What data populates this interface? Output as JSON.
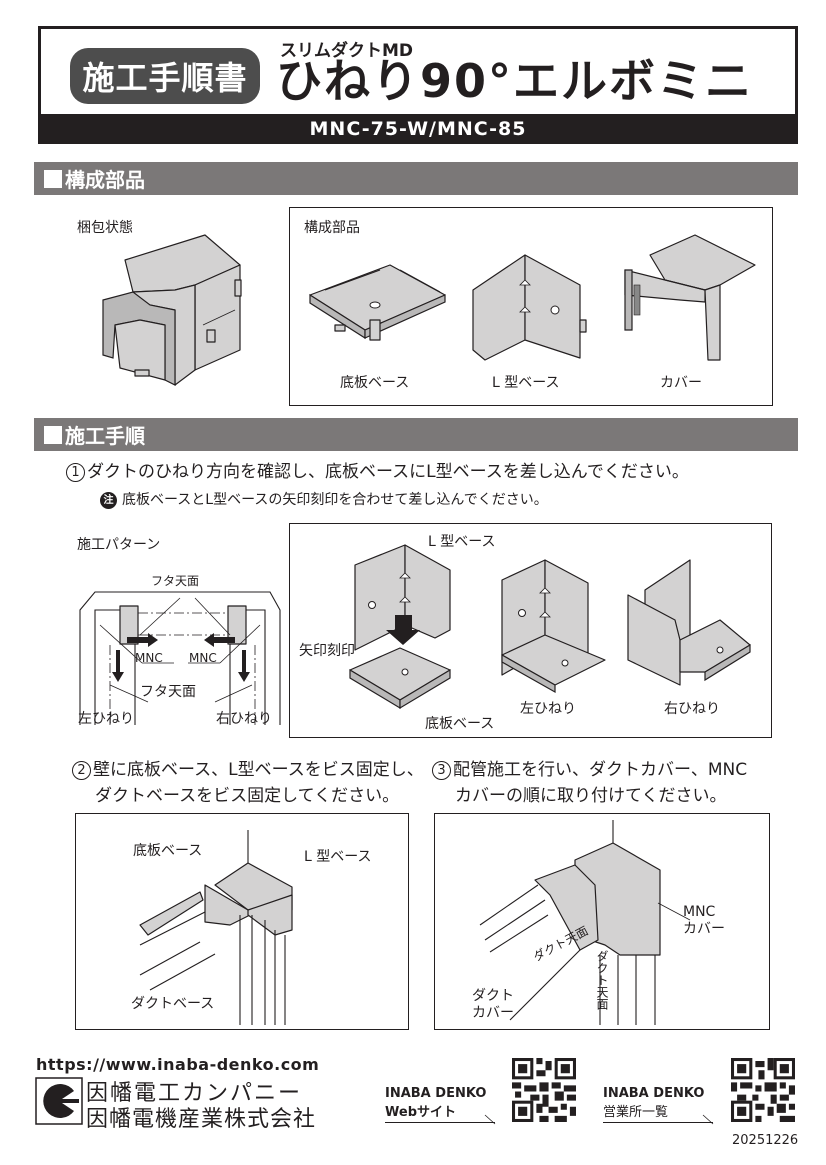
{
  "header": {
    "badge": "施工手順書",
    "series": "スリムダクトMD",
    "title": "ひねり90°エルボミニ",
    "models": "MNC-75-W/MNC-85"
  },
  "sections": {
    "components": {
      "heading": "構成部品",
      "packaged_label": "梱包状態",
      "box_title": "構成部品",
      "parts": [
        "底板ベース",
        "L 型ベース",
        "カバー"
      ]
    },
    "procedure": {
      "heading": "施工手順"
    }
  },
  "steps": {
    "step1": {
      "number": "1",
      "text": "ダクトのひねり方向を確認し、底板ベースにL型ベースを差し込んでください。",
      "note_icon": "注",
      "note": "底板ベースとL型ベースの矢印刻印を合わせて差し込んでください。",
      "pattern_title": "施工パターン",
      "pattern_labels": {
        "lid_top_upper": "フタ天面",
        "lid_top_lower": "フタ天面",
        "mnc_left": "MNC",
        "mnc_right": "MNC",
        "left_twist": "左ひねり",
        "right_twist": "右ひねり"
      },
      "assembly_labels": {
        "l_base": "L 型ベース",
        "arrow_mark": "矢印刻印",
        "bottom_base": "底板ベース",
        "left_twist": "左ひねり",
        "right_twist": "右ひねり"
      }
    },
    "step2": {
      "number": "2",
      "line1": "壁に底板ベース、L型ベースをビス固定し、",
      "line2": "ダクトベースをビス固定してください。",
      "labels": {
        "bottom_base": "底板ベース",
        "l_base": "L 型ベース",
        "duct_base": "ダクトベース"
      }
    },
    "step3": {
      "number": "3",
      "line1": "配管施工を行い、ダクトカバー、MNC",
      "line2": "カバーの順に取り付けてください。",
      "labels": {
        "mnc_cover_1": "MNC",
        "mnc_cover_2": "カバー",
        "duct_top_horizontal": "ダクト天面",
        "duct_top_vertical": "ダクト天面",
        "duct_cover_1": "ダクト",
        "duct_cover_2": "カバー"
      }
    }
  },
  "footer": {
    "url": "https://www.inaba-denko.com",
    "company_line1": "因幡電工カンパニー",
    "company_line2": "因幡電機産業株式会社",
    "qr_web": {
      "line1": "INABA DENKO",
      "line2": "Webサイト"
    },
    "qr_offices": {
      "line1": "INABA DENKO",
      "line2": "営業所一覧"
    },
    "date_code": "20251226"
  },
  "colors": {
    "ink": "#231f20",
    "section_bar": "#7b7878",
    "badge": "#4d4d4d",
    "part_fill": "#d3d2d2"
  }
}
